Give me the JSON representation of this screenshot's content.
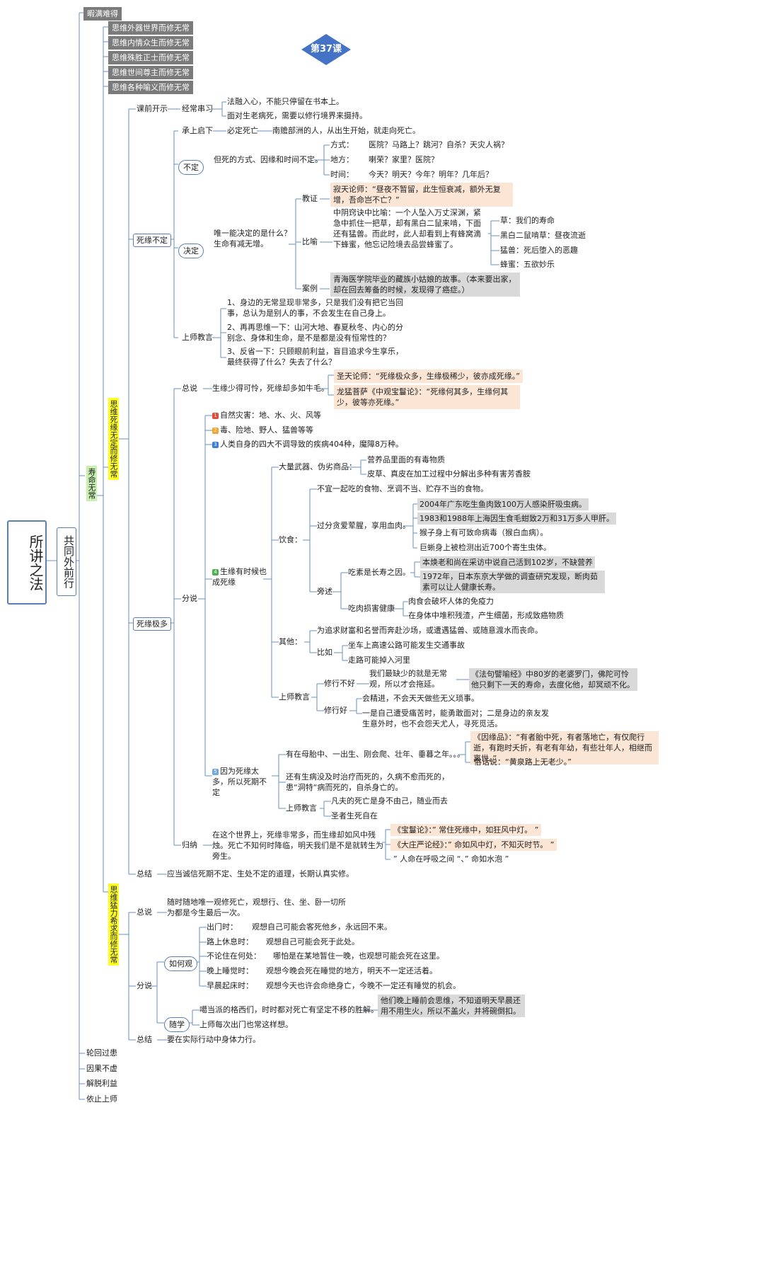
{
  "diagram": {
    "root": "所讲之法",
    "main": "共同外前行",
    "lesson": "第37课",
    "top_items": [
      "暇满难得",
      "思维外器世界而修无常",
      "思维内情众生而修无常",
      "思维殊胜正士而修无常",
      "思维世间尊主而修无常",
      "思维各种喻义而修无常"
    ],
    "bottom_items": [
      "轮回过患",
      "因果不虚",
      "解脱利益",
      "依止上师"
    ],
    "shouming": "寿命无常",
    "s1": {
      "title": "思维死缘无定而修无常",
      "kqks": "课前开示",
      "jcxx": "经常串习",
      "jcxx_1": "法融入心，不能只停留在书本上。",
      "jcxx_2": "面对生老病死，需要以修行境界来摄持。",
      "sybd": "死缘不定",
      "csqx": "承上启下",
      "bdsw": "必定死亡",
      "nzbz": "南赡部洲的人，从出生开始，就走向死亡。",
      "buding": "不定",
      "bd_text": "但死的方式、因缘和时间不定。",
      "fs": "方式：",
      "fs_v": "医院？马路上？跳河？自杀？天灾人祸？",
      "df": "地方：",
      "df_v": "喇荣？家里？医院？",
      "sj": "时间：",
      "sj_v": "今天？明天？今年？明年？几年后？",
      "jueding": "决定",
      "jd_text": "唯一能决定的是什么？\n生命有减无增。",
      "jiaozheng": "教证",
      "jz_text": "寂天论师：“昼夜不暂留，此生恒衰减，额外无复增，吾命岂不亡？”",
      "biyu": "比喻",
      "by_text": "中阴窍诀中比喻：一个人坠入万丈深渊，紧急中抓住一把草，却有黑白二鼠来啃，下面还有猛兽。而此时，此人却看到上有蜂窝滴下蜂蜜，他忘记险境去品尝蜂蜜了。",
      "by_1": "草：我们的寿命",
      "by_2": "黑白二鼠啃草：昼夜流逝",
      "by_3": "猛兽：死后堕入的恶趣",
      "by_4": "蜂蜜：五欲妙乐",
      "anli": "案例",
      "al_text": "青海医学院毕业的藏族小姑娘的故事。（本来要出家，却在回去筹备的时候，发现得了癌症。）",
      "ssjy": "上师教言",
      "ss_1": "1、身边的无常显现非常多，只是我们没有把它当回事，总认为是别人的事，不会发生在自己身上。",
      "ss_2": "2、再再思维一下：山河大地、春夏秋冬、内心的分别念、身体和生命，是不是都是没有恒常性的？",
      "ss_3": "3、反省一下：只顾眼前利益，盲目追求今生享乐，最终获得了什么？失去了什么？",
      "syjd": "死缘极多",
      "zs": "总说",
      "zs_text": "生缘少得可怜，死缘却多如牛毛。",
      "zs_q1": "圣天论师：“死缘极众多，生缘极稀少，彼亦成死缘。”",
      "zs_q2": "龙猛菩萨《中观宝鬘论》：“死缘何其多，生缘何其少，彼等亦死缘。”",
      "fs2": "分说",
      "f1": "自然灾害：地、水、火、风等",
      "f2": "毒、险地、野人、猛兽等等",
      "f3": "人类自身的四大不调导致的疾病404种，魔障8万种。",
      "f4": "生缘有时候也成死缘",
      "dlwq": "大量武器、伪劣商品：",
      "dl_1": "营养品里面的有毒物质",
      "dl_2": "皮草、真皮在加工过程中分解出多种有害芳香胺",
      "ys": "饮食：",
      "ys_1": "不宜一起吃的食物、烹调不当、贮存不当的食物。",
      "gfth": "过分贪爱荤腥，享用血肉。",
      "gf_1": "2004年广东吃生鱼肉致100万人感染肝吸虫病。",
      "gf_2": "1983和1988年上海因生食毛蚶致2万和31万多人甲肝。",
      "gf_3": "猴子身上有可致命病毒（猴白血病）。",
      "gf_4": "巨蜥身上被检测出近700个寄生虫体。",
      "pangshu": "旁述",
      "cs": "吃素是长寿之因。",
      "cs_1": "本焕老和尚在采访中说自己活到102岁，不缺营养",
      "cs_2": "1972年，日本东京大学做的调查研究发现，断肉茹素可以让人健康长寿。",
      "crsh": "吃肉损害健康",
      "cr_1": "肉食会破坏人体的免疫力",
      "cr_2": "在身体中堆积残渣，产生细菌，形成致癌物质",
      "qt": "其他：",
      "qt_1": "为追求财富和名誉而奔赴沙场，或遭遇猛兽、或随意渡水而丧命。",
      "biru": "比如",
      "br_1": "坐车上高速公路可能发生交通事故",
      "br_2": "走路可能掉入河里",
      "ssjy2": "上师教言",
      "xxbh": "修行不好",
      "xxbh_text": "我们最缺少的就是无常观，所以才会拖延。",
      "xxbh_q": "《法句譬喻经》中80岁的老婆罗门，佛陀可怜他只剩下一天的寿命，去度化他，却冥顽不化。",
      "xxh": "修行好",
      "xxh_1": "会精进，不会天天做些无义琐事。",
      "xxh_2": "一是自己遭受痛苦时，能勇敢面对；二是身边的亲友发生意外时，也不会怨天尤人，寻死觅活。",
      "f5": "因为死缘太多，所以死期不定",
      "f5_1": "有在母胎中、一出生、刚会爬、壮年、垂暮之年。。。",
      "f5_q1": "《因缘品》：“有者胎中死，有者落地亡，有仅爬行逝，有跑时夭折，有老有年幼，有些壮年人，相继而离世。”",
      "f5_q2": "俗话说：“黄泉路上无老少。”",
      "f5_2": "还有生病没及时治疗而死的，久病不愈而死的，患“洞特“病而死的，自杀身亡的。",
      "ssjy3": "上师教言",
      "f5_3": "凡夫的死亡是身不由己，随业而去",
      "f5_4": "圣者生死自在",
      "gn": "归纳",
      "gn_text": "在这个世界上，死缘非常多，而生缘却如风中残烛。死亡不知何时降临，明天我们是不是就转生为旁生。",
      "gn_q1": "《宝鬘论》：” 常住死缘中，如狂风中灯。 ”",
      "gn_q2": "《大庄严论经》：” 命如风中灯，不知灭时节。 ”",
      "gn_q3": "” 人命在呼吸之间 “、” 命如水泡 ”",
      "zj": "总结",
      "zj_text": "应当诚信死期不定、生处不定的道理，长期认真实修。"
    },
    "s2": {
      "title": "思维猛力希求而修无常",
      "zs": "总说",
      "zs_text": "随时随地唯一观修死亡，观想行、住、坐、卧一切所为都是今生最后一次。",
      "fs": "分说",
      "rhg": "如何观",
      "c1": "出门时：",
      "c1v": "观想自己可能会客死他乡，永远回不来。",
      "c2": "路上休息时：",
      "c2v": "观想自己可能会死于此处。",
      "c3": "不论住在何处：",
      "c3v": "哪怕是在某地暂住一晚，也观想可能会死在这里。",
      "c4": "晚上睡觉时：",
      "c4v": "观想今晚会死在睡觉的地方，明天不一定还活着。",
      "c5": "早晨起床时：",
      "c5v": "观想今天也许会命绝身亡，今晚不一定还有睡觉的机会。",
      "sx": "随学",
      "sx_1": "噶当派的格西们，时时都对死亡有坚定不移的胜解。",
      "sx_q": "他们晚上睡前会思维，不知道明天早晨还用不用生火，所以不盖火，并将碗倒扣。",
      "sx_2": "上师每次出门也常这样想。",
      "zj": "总结",
      "zj_text": "要在实际行动中身体力行。"
    }
  }
}
